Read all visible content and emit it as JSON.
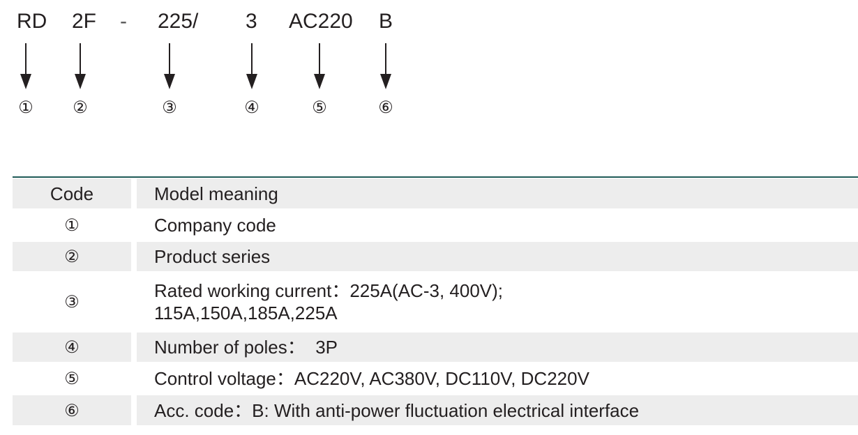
{
  "model": {
    "segments": [
      "RD",
      "2F",
      "-",
      "225/",
      "3",
      "AC220",
      "B"
    ],
    "markers": [
      "①",
      "②",
      "③",
      "④",
      "⑤",
      "⑥"
    ]
  },
  "table": {
    "headers": {
      "code": "Code",
      "meaning": "Model meaning"
    },
    "rows": [
      {
        "code": "①",
        "lines": [
          "Company code"
        ]
      },
      {
        "code": "②",
        "lines": [
          "Product series"
        ]
      },
      {
        "code": "③",
        "lines": [
          "Rated working current：225A(AC-3, 400V);",
          "115A,150A,185A,225A"
        ]
      },
      {
        "code": "④",
        "lines": [
          "Number of poles：  3P"
        ]
      },
      {
        "code": "⑤",
        "lines": [
          "Control voltage：AC220V, AC380V, DC110V, DC220V"
        ]
      },
      {
        "code": "⑥",
        "lines": [
          "Acc. code：B: With anti-power fluctuation electrical interface"
        ]
      }
    ]
  },
  "colors": {
    "rule": "#1f5a57",
    "row_shade": "#ededed",
    "text": "#231f20"
  }
}
